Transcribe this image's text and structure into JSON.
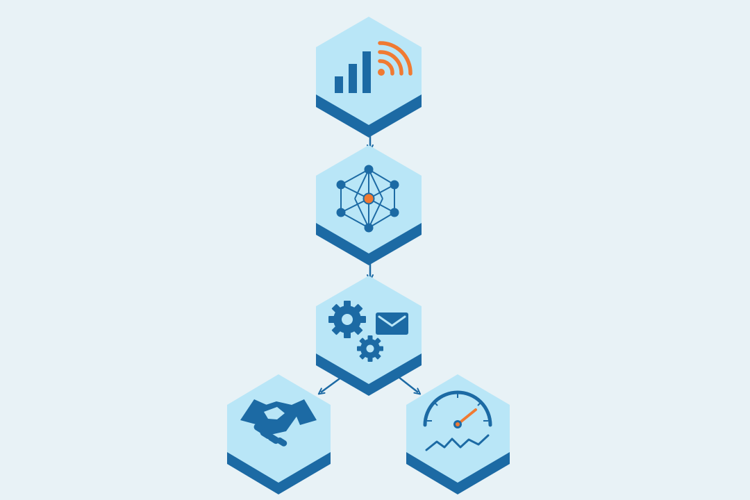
{
  "colors": {
    "background": "#e8f2f6",
    "hex_fill": "#b9e6f7",
    "hex_base": "#1c6aa4",
    "icon_blue": "#1c6aa4",
    "accent_orange": "#f07a32",
    "arrow": "#1c6aa4"
  },
  "nodes": [
    {
      "id": "node-signal",
      "icon": "signal-bars-wifi-icon"
    },
    {
      "id": "node-network",
      "icon": "network-graph-icon"
    },
    {
      "id": "node-automation",
      "icon": "gears-mail-icon"
    },
    {
      "id": "node-partnership",
      "icon": "handshake-icon"
    },
    {
      "id": "node-performance",
      "icon": "speedometer-trend-icon"
    }
  ],
  "edges": [
    {
      "from": "node-signal",
      "to": "node-network"
    },
    {
      "from": "node-network",
      "to": "node-automation"
    },
    {
      "from": "node-automation",
      "to": "node-partnership"
    },
    {
      "from": "node-automation",
      "to": "node-performance"
    }
  ]
}
